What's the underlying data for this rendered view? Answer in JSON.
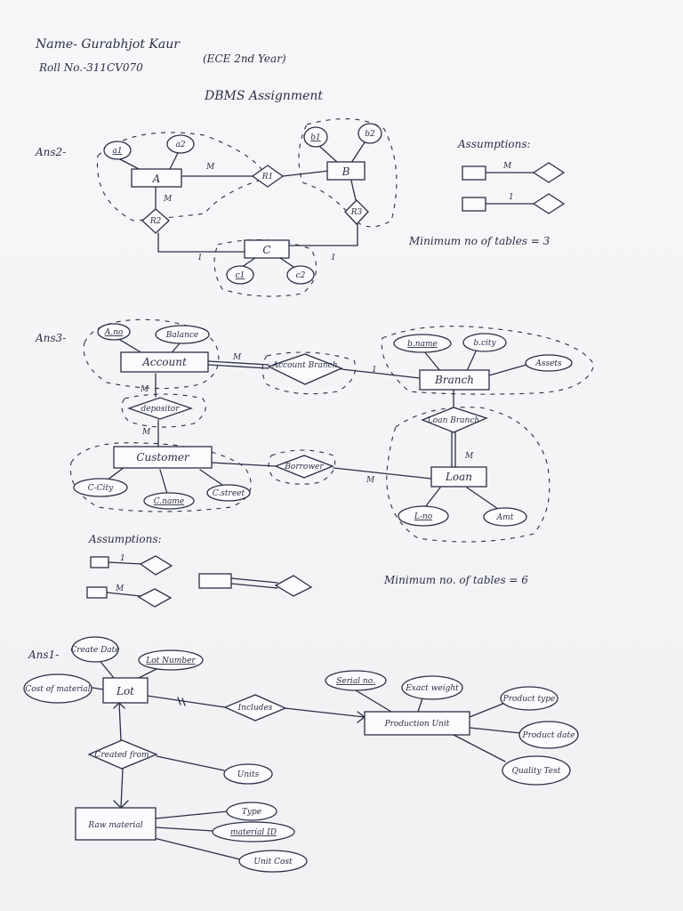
{
  "header": {
    "name": "Name- Gurabhjot Kaur",
    "roll": "Roll No.-311CV070",
    "year": "(ECE 2nd Year)",
    "title": "DBMS Assignment"
  },
  "ans2": {
    "label": "Ans2-",
    "entities": {
      "a": "A",
      "b": "B",
      "c": "C"
    },
    "attrs": {
      "a1": "a1",
      "a2": "a2",
      "b1": "b1",
      "b2": "b2",
      "c1": "c1",
      "c2": "c2"
    },
    "rels": {
      "r1": "R1",
      "r2": "R2",
      "r3": "R3"
    },
    "cards": {
      "m1": "M",
      "m2": "M",
      "one1": "1",
      "one2": "1"
    },
    "assumptions": "Assumptions:",
    "assume_m": "M",
    "assume_1": "1",
    "minimum": "Minimum no of tables = 3"
  },
  "ans3": {
    "label": "Ans3-",
    "entities": {
      "account": "Account",
      "branch": "Branch",
      "customer": "Customer",
      "loan": "Loan"
    },
    "attrs": {
      "ano": "A.no",
      "balance": "Balance",
      "bname": "b.name",
      "bcity": "b.city",
      "assets": "Assets",
      "ccity": "C-City",
      "cname": "C.name",
      "cstreet": "C.street",
      "lno": "L-no",
      "amt": "Amt"
    },
    "rels": {
      "account_branch": "Account Branch",
      "depositor": "depositor",
      "borrower": "Borrower",
      "loan_branch": "Loan Branch"
    },
    "cards": {
      "m1": "M",
      "m2": "M",
      "m3": "M",
      "m4": "M",
      "m5": "M",
      "one1": "1"
    },
    "assumptions": "Assumptions:",
    "assume_1": "1",
    "assume_m": "M",
    "minimum": "Minimum no. of tables = 6"
  },
  "ans1": {
    "label": "Ans1-",
    "entities": {
      "lot": "Lot",
      "raw": "Raw material",
      "unit": "Production Unit"
    },
    "attrs": {
      "create_date": "Create Date",
      "lot_number": "Lot Number",
      "cost": "Cost of material",
      "units": "Units",
      "type": "Type",
      "material_id": "material ID",
      "unit_cost": "Unit Cost",
      "serial_no": "Serial no.",
      "exact_weight": "Exact weight",
      "product_type": "Product type",
      "product_date": "Product date",
      "quality_test": "Quality Test"
    },
    "rels": {
      "includes": "Includes",
      "created_from": "Created from"
    }
  }
}
